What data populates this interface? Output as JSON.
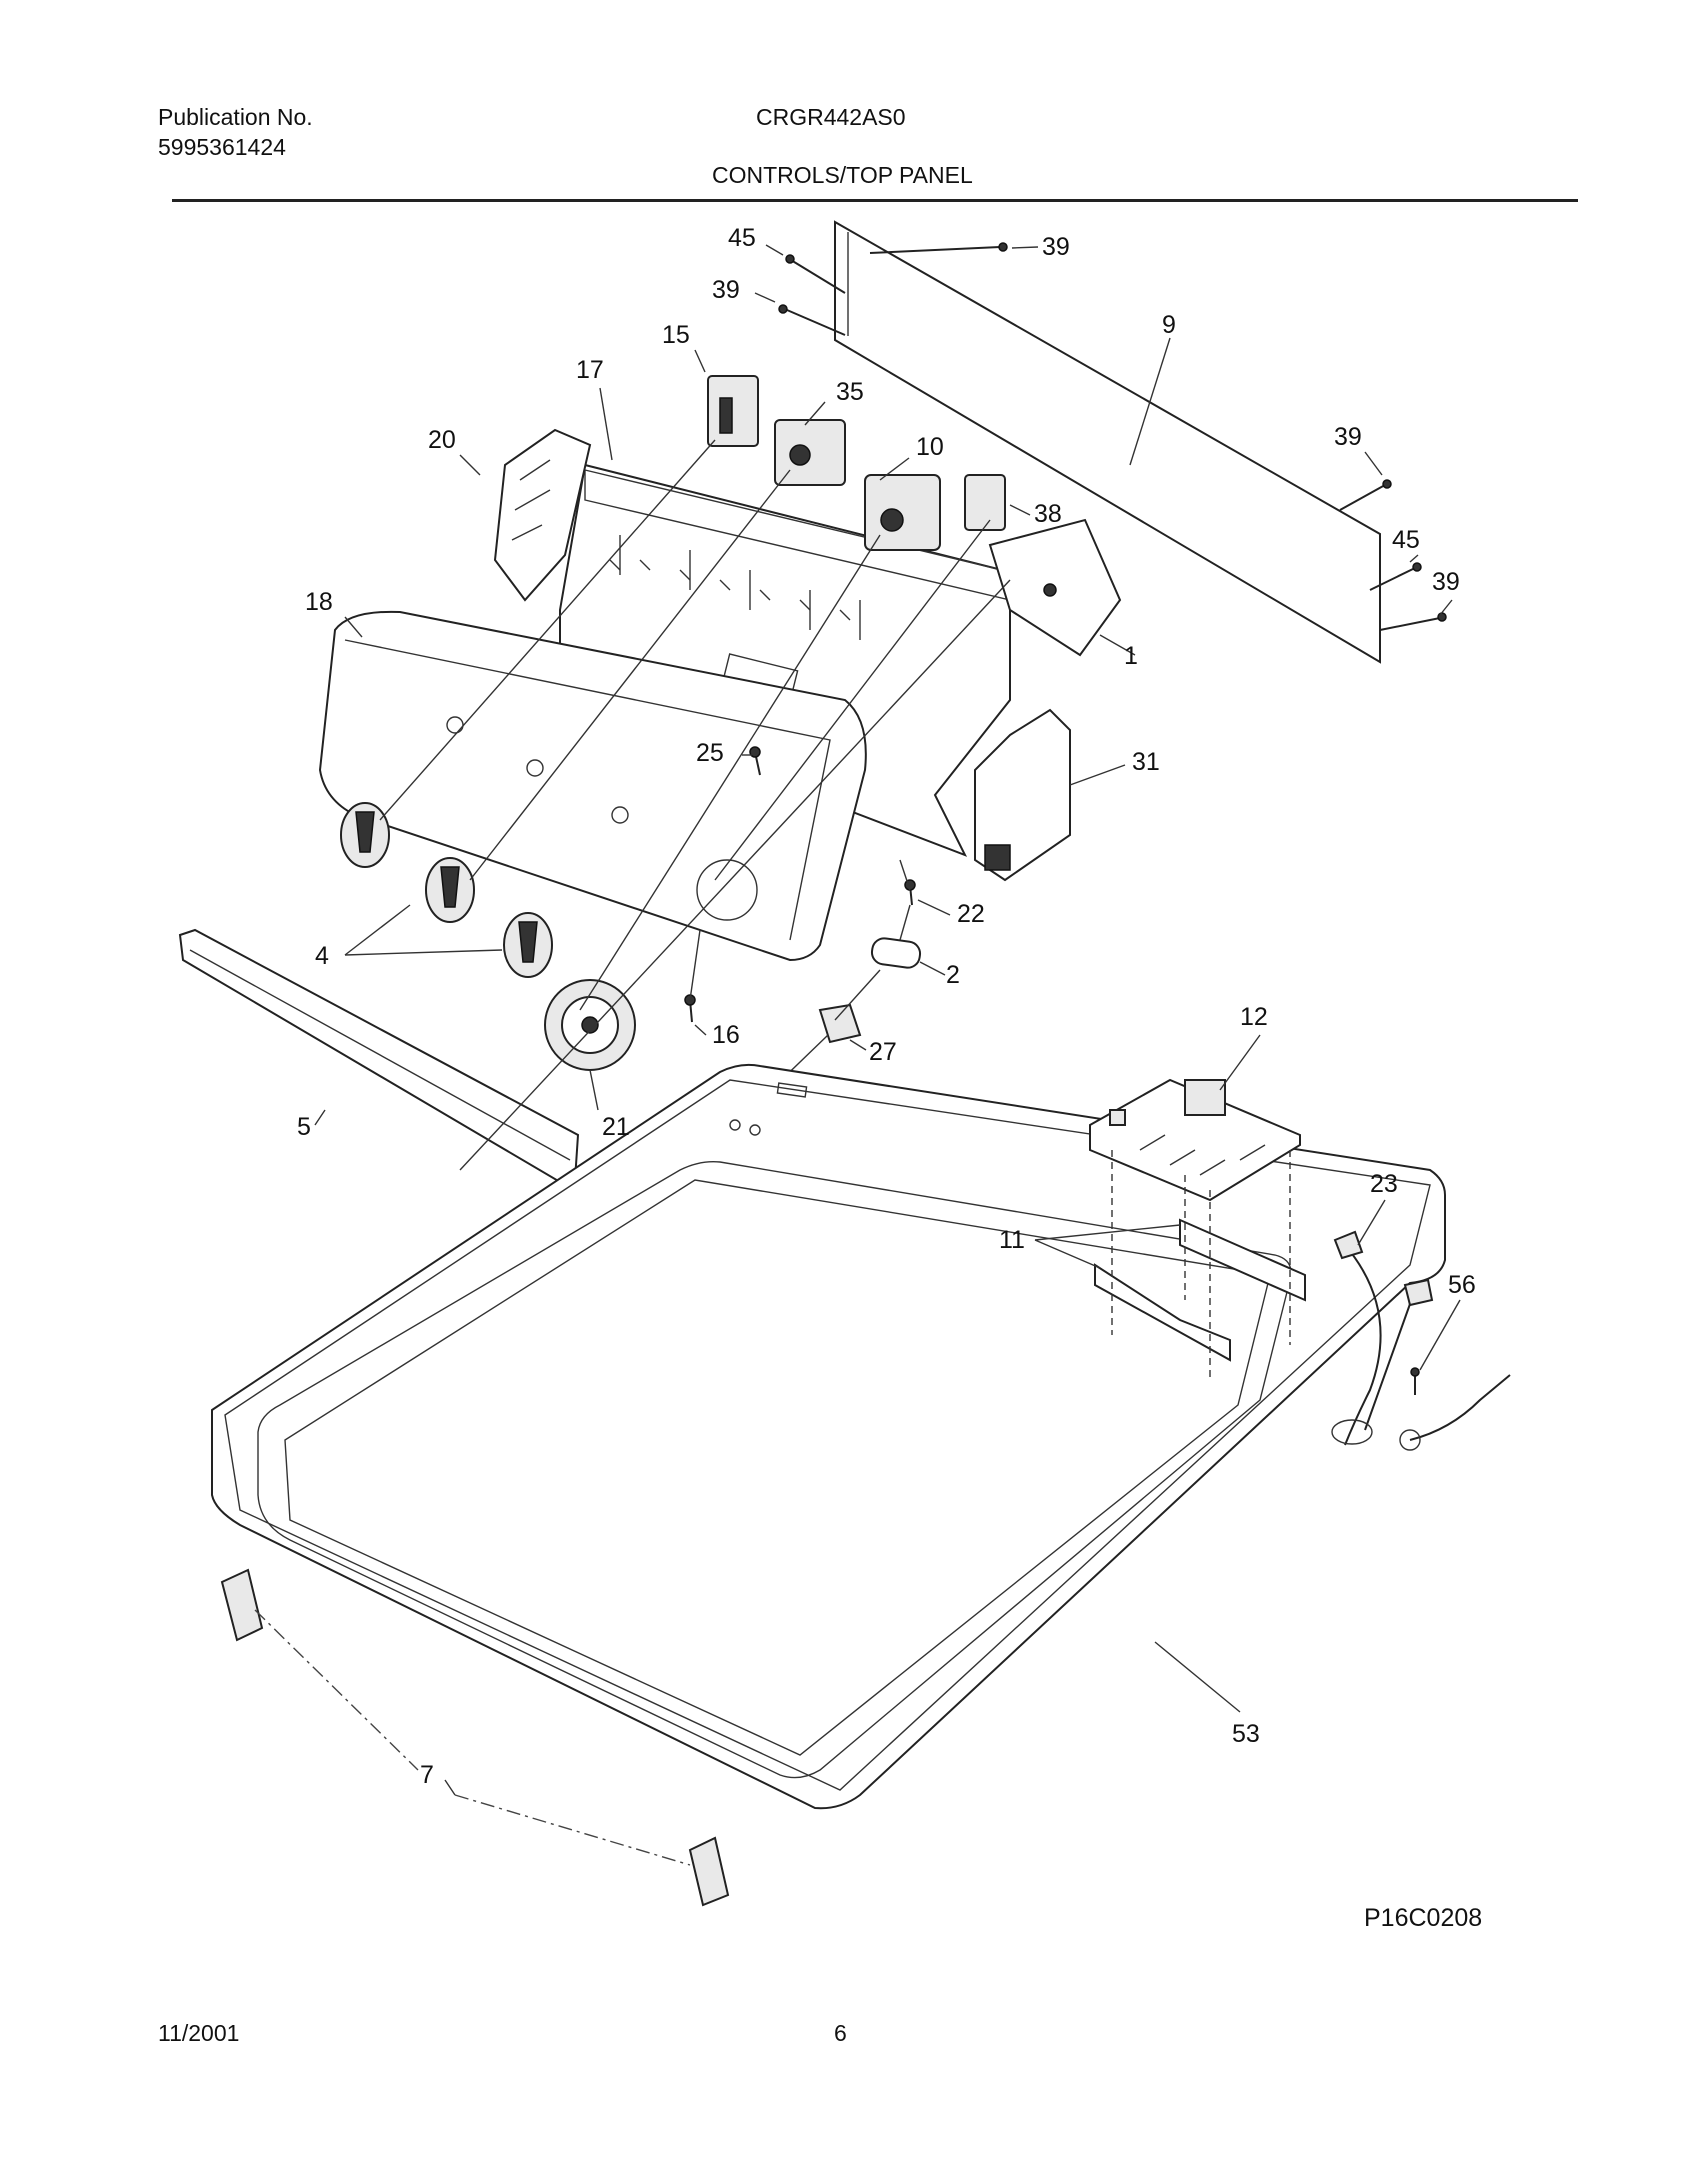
{
  "header": {
    "publication_label": "Publication No.",
    "publication_number": "5995361424",
    "model": "CRGR442AS0",
    "section_title": "CONTROLS/TOP PANEL"
  },
  "callouts": {
    "c45a": "45",
    "c39a": "39",
    "c39b": "39",
    "c9": "9",
    "c15": "15",
    "c17": "17",
    "c35": "35",
    "c10": "10",
    "c20": "20",
    "c38": "38",
    "c39c": "39",
    "c45b": "45",
    "c39d": "39",
    "c18": "18",
    "c1": "1",
    "c25": "25",
    "c31": "31",
    "c22": "22",
    "c4": "4",
    "c2": "2",
    "c16": "16",
    "c27": "27",
    "c12": "12",
    "c21": "21",
    "c5": "5",
    "c23": "23",
    "c11": "11",
    "c56": "56",
    "c53": "53",
    "c7": "7"
  },
  "diagram_code": "P16C0208",
  "footer": {
    "date": "11/2001",
    "page": "6"
  }
}
